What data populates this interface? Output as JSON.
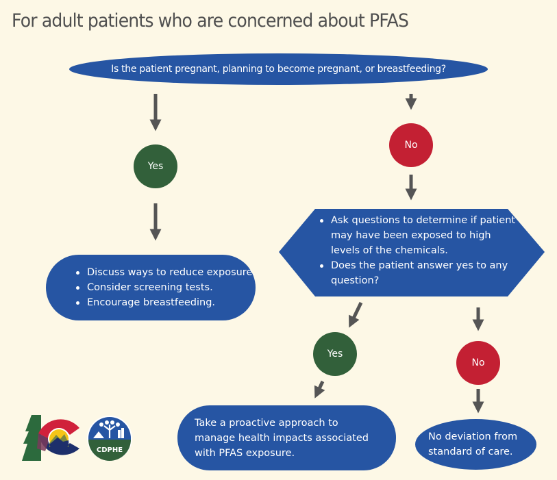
{
  "title": "For adult patients who are concerned about PFAS",
  "colors": {
    "background": "#fdf8e6",
    "box_blue": "#2655a3",
    "yes_green": "#32603a",
    "no_red": "#c32033",
    "arrow_gray": "#555555",
    "title_gray": "#4f4f4f"
  },
  "flowchart": {
    "question_top": "Is the patient pregnant, planning to become pregnant, or breastfeeding?",
    "yes_label": "Yes",
    "no_label": "No",
    "pregnant_actions": [
      "Discuss ways to reduce exposure.",
      "Consider screening tests.",
      "Encourage breastfeeding."
    ],
    "exposure_questions": [
      "Ask questions to determine if patient may have been exposed to high levels of the chemicals.",
      "Does the patient answer yes to any question?"
    ],
    "exposure_yes_label": "Yes",
    "exposure_no_label": "No",
    "exposure_yes_action": "Take a proactive approach to manage health impacts associated with PFAS exposure.",
    "exposure_no_action": "No deviation from standard of care."
  },
  "logos": {
    "colorado": "colorado-state-logo",
    "cdphe": "CDPHE"
  }
}
